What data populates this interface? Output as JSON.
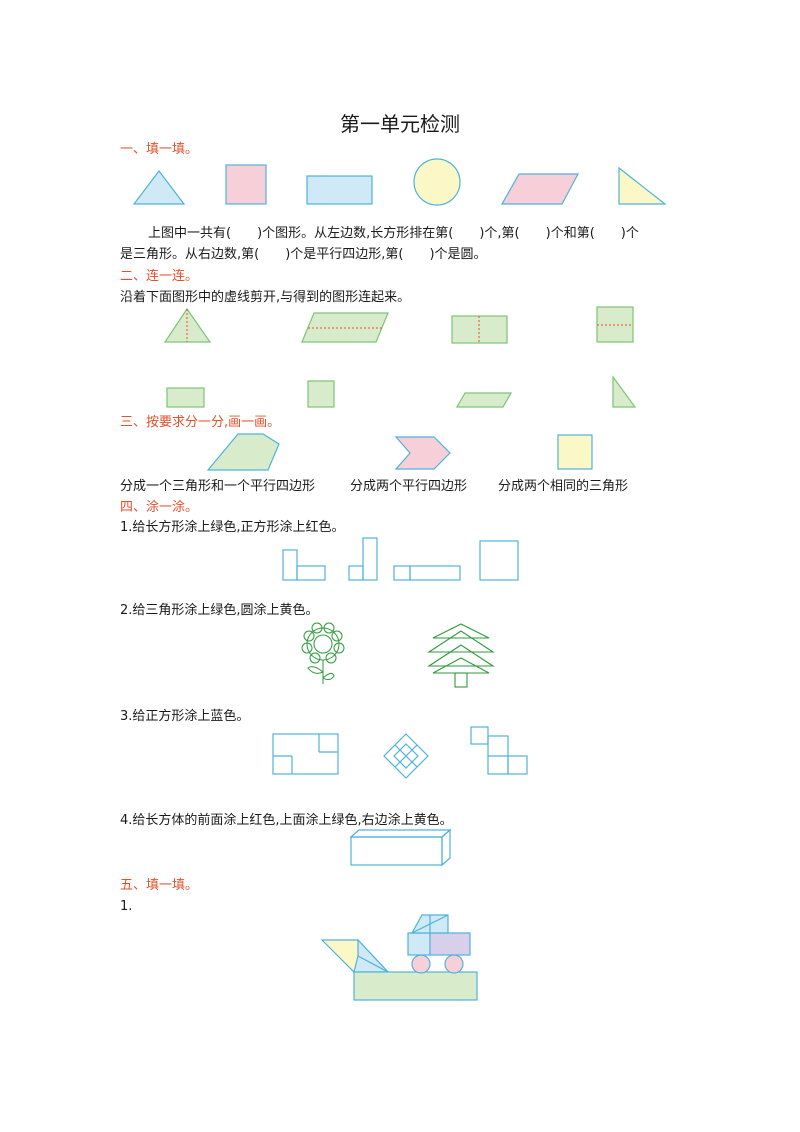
{
  "title": "第一单元检测",
  "section1": {
    "heading": "一、填一填。",
    "line1": "上图中一共有(　　)个图形。从左边数,长方形排在第(　　)个,第(　　)个和第(　　)个",
    "line2": "是三角形。从右边数,第(　　)个是平行四边形,第(　　)个是圆。"
  },
  "section2": {
    "heading": "二、连一连。",
    "instruction": "沿着下面图形中的虚线剪开,与得到的图形连起来。"
  },
  "section3": {
    "heading": "三、按要求分一分,画一画。",
    "captions": [
      "分成一个三角形和一个平行四边形",
      "分成两个平行四边形",
      "分成两个相同的三角形"
    ]
  },
  "section4": {
    "heading": "四、涂一涂。",
    "q1": "1.给长方形涂上绿色,正方形涂上红色。",
    "q2": "2.给三角形涂上绿色,圆涂上黄色。",
    "q3": "3.给正方形涂上蓝色。",
    "q4": "4.给长方体的前面涂上红色,上面涂上绿色,右边涂上黄色。"
  },
  "section5": {
    "heading": "五、填一填。",
    "q1": "1."
  },
  "colors": {
    "heading": "#e4502b",
    "outline": "#4fb3d9",
    "blue_fill": "#cfe9f6",
    "pink_fill": "#f7cfd8",
    "yellow_fill": "#fbf7c7",
    "green_outline": "#7cc576",
    "green_fill": "#d8eccb",
    "purple_fill": "#d8d0ea"
  }
}
